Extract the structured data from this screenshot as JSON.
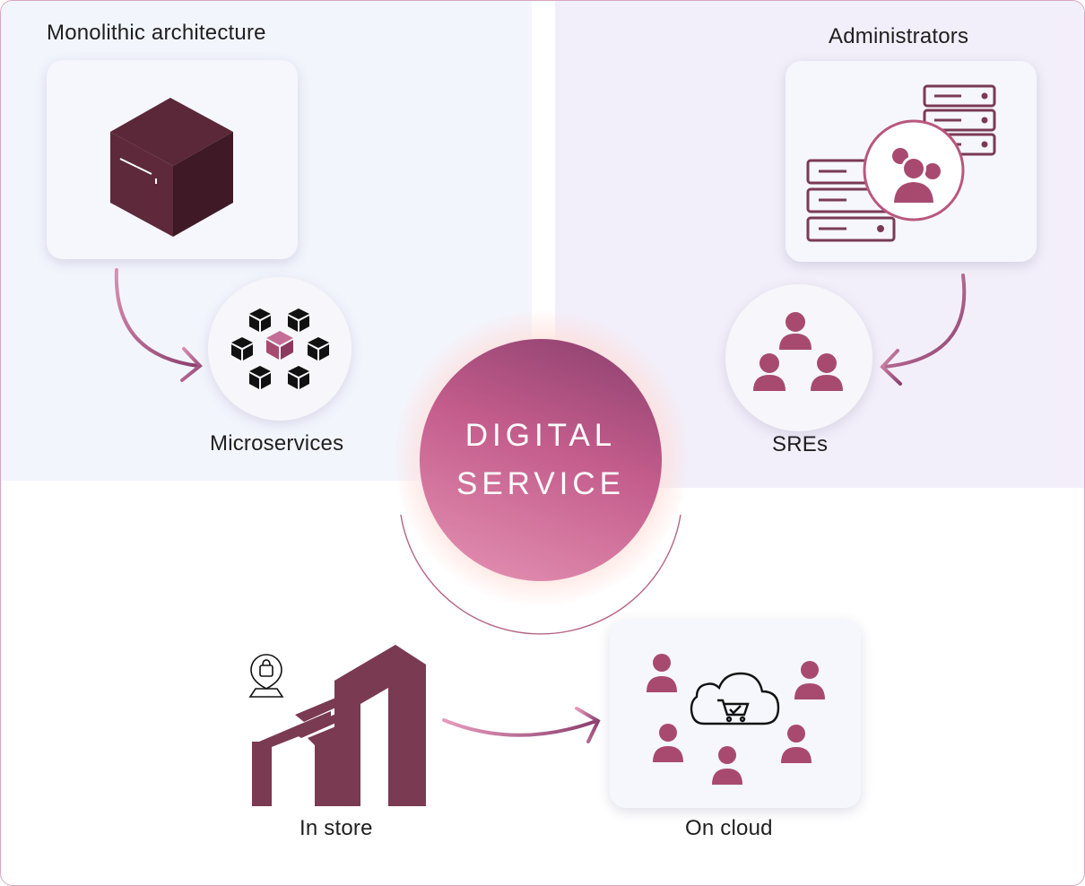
{
  "labels": {
    "monolithic": "Monolithic architecture",
    "administrators": "Administrators",
    "microservices": "Microservices",
    "sres": "SREs",
    "in_store": "In store",
    "on_cloud": "On cloud"
  },
  "center": {
    "line1": "DIGITAL",
    "line2": "SERVICE"
  },
  "colors": {
    "accent": "#7a3a55",
    "pink": "#a84a70",
    "cube_dark": "#4a1f2c",
    "gradient_light": "#e593b4",
    "gradient_dark": "#8a3f6e"
  },
  "icons": [
    "cube-icon",
    "microservices-icon",
    "server-admin-icon",
    "team-icon",
    "building-icon",
    "shopping-location-icon",
    "cloud-cart-icon",
    "user-icon"
  ]
}
